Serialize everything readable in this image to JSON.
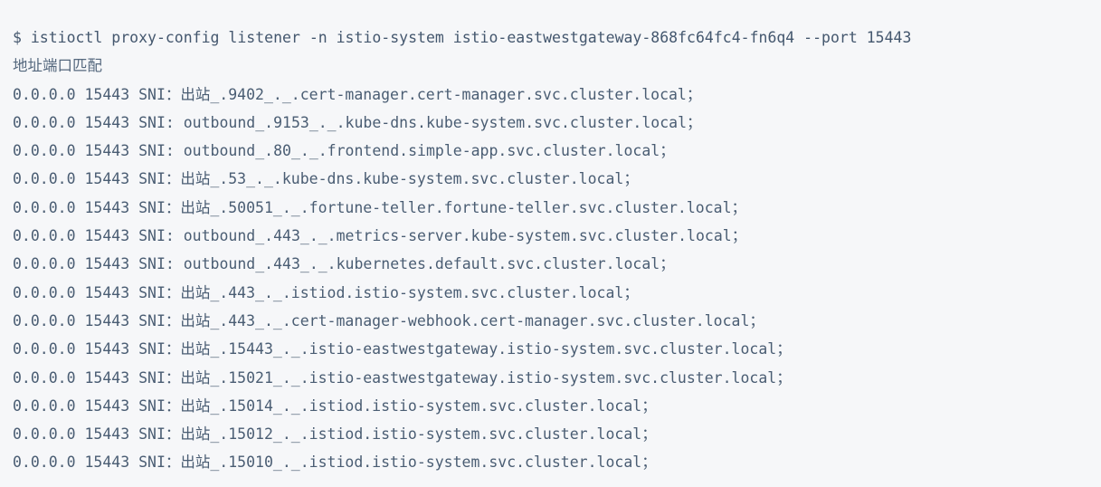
{
  "terminal": {
    "prompt_symbol": "$",
    "command": "$ istioctl proxy-config listener -n istio-system istio-eastwestgateway-868fc64fc4-fn6q4 --port 15443",
    "column_header": "地址端口匹配",
    "background_color": "#f6f7f9",
    "text_color": "#4a5d73",
    "lines": [
      "0.0.0.0 15443 SNI：出站_.9402_._.cert-manager.cert-manager.svc.cluster.local；",
      "0.0.0.0 15443 SNI: outbound_.9153_._.kube-dns.kube-system.svc.cluster.local；",
      "0.0.0.0 15443 SNI: outbound_.80_._.frontend.simple-app.svc.cluster.local；",
      "0.0.0.0 15443 SNI：出站_.53_._.kube-dns.kube-system.svc.cluster.local；",
      "0.0.0.0 15443 SNI：出站_.50051_._.fortune-teller.fortune-teller.svc.cluster.local；",
      "0.0.0.0 15443 SNI: outbound_.443_._.metrics-server.kube-system.svc.cluster.local；",
      "0.0.0.0 15443 SNI: outbound_.443_._.kubernetes.default.svc.cluster.local；",
      "0.0.0.0 15443 SNI：出站_.443_._.istiod.istio-system.svc.cluster.local；",
      "0.0.0.0 15443 SNI：出站_.443_._.cert-manager-webhook.cert-manager.svc.cluster.local；",
      "0.0.0.0 15443 SNI：出站_.15443_._.istio-eastwestgateway.istio-system.svc.cluster.local；",
      "0.0.0.0 15443 SNI：出站_.15021_._.istio-eastwestgateway.istio-system.svc.cluster.local；",
      "0.0.0.0 15443 SNI：出站_.15014_._.istiod.istio-system.svc.cluster.local；",
      "0.0.0.0 15443 SNI：出站_.15012_._.istiod.istio-system.svc.cluster.local；",
      "0.0.0.0 15443 SNI：出站_.15010_._.istiod.istio-system.svc.cluster.local；"
    ]
  }
}
